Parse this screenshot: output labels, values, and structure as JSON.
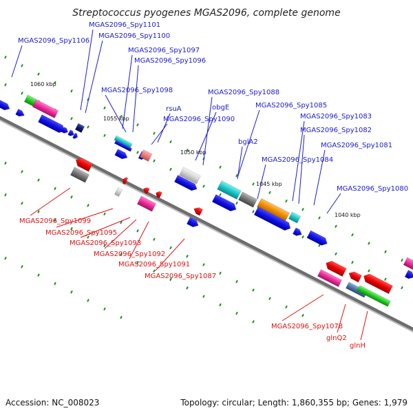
{
  "title": "Streptococcus pyogenes MGAS2096, complete genome",
  "footer": {
    "accession": "Accession: NC_008023",
    "summary": "Topology: circular; Length: 1,860,355 bp; Genes: 1,979"
  },
  "colors": {
    "top_labels": "#1a1acc",
    "bottom_labels": "#dd1111",
    "backbone": "#6e6e6e",
    "tick": "#1f8a1f"
  },
  "scale_labels": [
    "1060 kbp",
    "1055 kbp",
    "1050 kbp",
    "1045 kbp",
    "1040 kbp"
  ],
  "top_labels": [
    "MGAS2096_Spy1106",
    "MGAS2096_Spy1101",
    "MGAS2096_Spy1100",
    "MGAS2096_Spy1097",
    "MGAS2096_Spy1096",
    "MGAS2096_Spy1098",
    "rsuA",
    "MGAS2096_Spy1090",
    "obgE",
    "MGAS2096_Spy1088",
    "MGAS2096_Spy1085",
    "MGAS2096_Spy1083",
    "MGAS2096_Spy1082",
    "bglA2",
    "MGAS2096_Spy1081",
    "MGAS2096_Spy1084",
    "MGAS2096_Spy1080"
  ],
  "bottom_labels": [
    "MGAS2096_Spy1099",
    "MGAS2096_Spy1095",
    "MGAS2096_Spy1093",
    "MGAS2096_Spy1092",
    "MGAS2096_Spy1091",
    "MGAS2096_Spy1087",
    "MGAS2096_Spy1078",
    "glnQ2",
    "glnH"
  ]
}
